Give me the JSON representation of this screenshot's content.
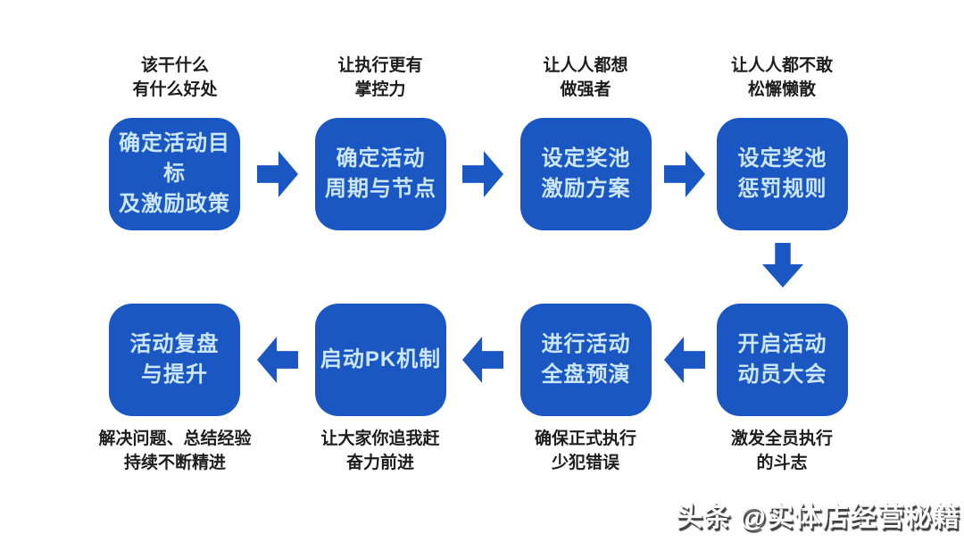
{
  "diagram": {
    "type": "flowchart",
    "colors": {
      "box_fill": "#1a57c2",
      "box_text": "#cde7fa",
      "note_text": "#1d1d1d",
      "background": "#ffffff"
    },
    "steps": [
      {
        "order": 1,
        "title": "确定活动目标\n及激励政策",
        "note": "该干什么\n有什么好处",
        "note_position": "above"
      },
      {
        "order": 2,
        "title": "确定活动\n周期与节点",
        "note": "让执行更有\n掌控力",
        "note_position": "above"
      },
      {
        "order": 3,
        "title": "设定奖池\n激励方案",
        "note": "让人人都想\n做强者",
        "note_position": "above"
      },
      {
        "order": 4,
        "title": "设定奖池\n惩罚规则",
        "note": "让人人都不敢\n松懈懒散",
        "note_position": "above"
      },
      {
        "order": 5,
        "title": "开启活动\n动员大会",
        "note": "激发全员执行\n的斗志",
        "note_position": "below"
      },
      {
        "order": 6,
        "title": "进行活动\n全盘预演",
        "note": "确保正式执行\n少犯错误",
        "note_position": "below"
      },
      {
        "order": 7,
        "title": "启动PK机制",
        "note": "让大家你追我赶\n奋力前进",
        "note_position": "below"
      },
      {
        "order": 8,
        "title": "活动复盘\n与提升",
        "note": "解决问题、总结经验\n持续不断精进",
        "note_position": "below"
      }
    ],
    "flow": "1 → 2 → 3 → 4 ↓ 5 ← 6 ← 7 ← 8 (top row rightward, then down, bottom row leftward)"
  },
  "watermark": {
    "text": "头条 @实体店经营秘籍"
  }
}
